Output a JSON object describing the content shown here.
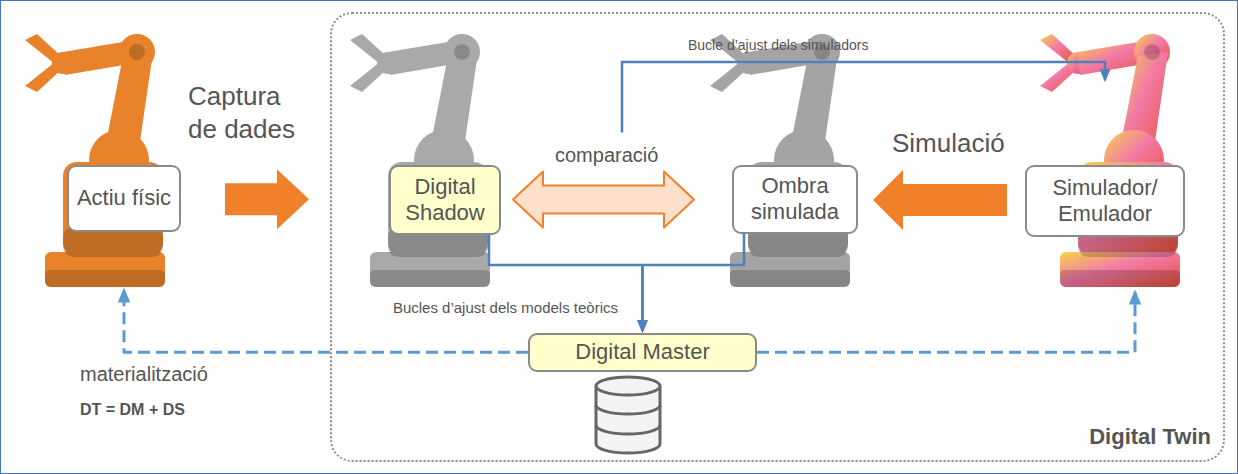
{
  "diagram": {
    "nodes": [
      {
        "text": [
          "Actiu físic"
        ]
      },
      {
        "text": [
          "Digital Twin"
        ]
      },
      {
        "text": [
          "Digital Shadow"
        ],
        "in": 1
      },
      {
        "text": [
          "Ombra simulada"
        ],
        "in": 1
      },
      {
        "text": [
          "Simulador/ Emulador"
        ],
        "in": 1
      },
      {
        "text": [
          "Digital Master"
        ],
        "in": 1
      }
    ],
    "edges": [
      {
        "from": 0,
        "to": 2,
        "arrow": "to",
        "label": "Captura de dades"
      },
      {
        "from": 2,
        "to": 3,
        "arrow": "both",
        "label": "comparació"
      },
      {
        "from": 4,
        "to": 3,
        "arrow": "to",
        "label": "Simulació"
      },
      {
        "from": 3,
        "to": 4,
        "arrow": "to",
        "label": "Bucle d’ajust dels simuladors"
      },
      {
        "from": 2,
        "to": 5,
        "arrow": "to",
        "label": "Bucles d’ajust dels models teòrics"
      },
      {
        "from": 3,
        "to": 5,
        "arrow": "to"
      },
      {
        "from": 5,
        "to": 0,
        "arrow": "to",
        "label": "materialització"
      },
      {
        "from": 5,
        "to": 4,
        "arrow": "to"
      }
    ],
    "labels": [
      "DT = DM + DS"
    ]
  }
}
